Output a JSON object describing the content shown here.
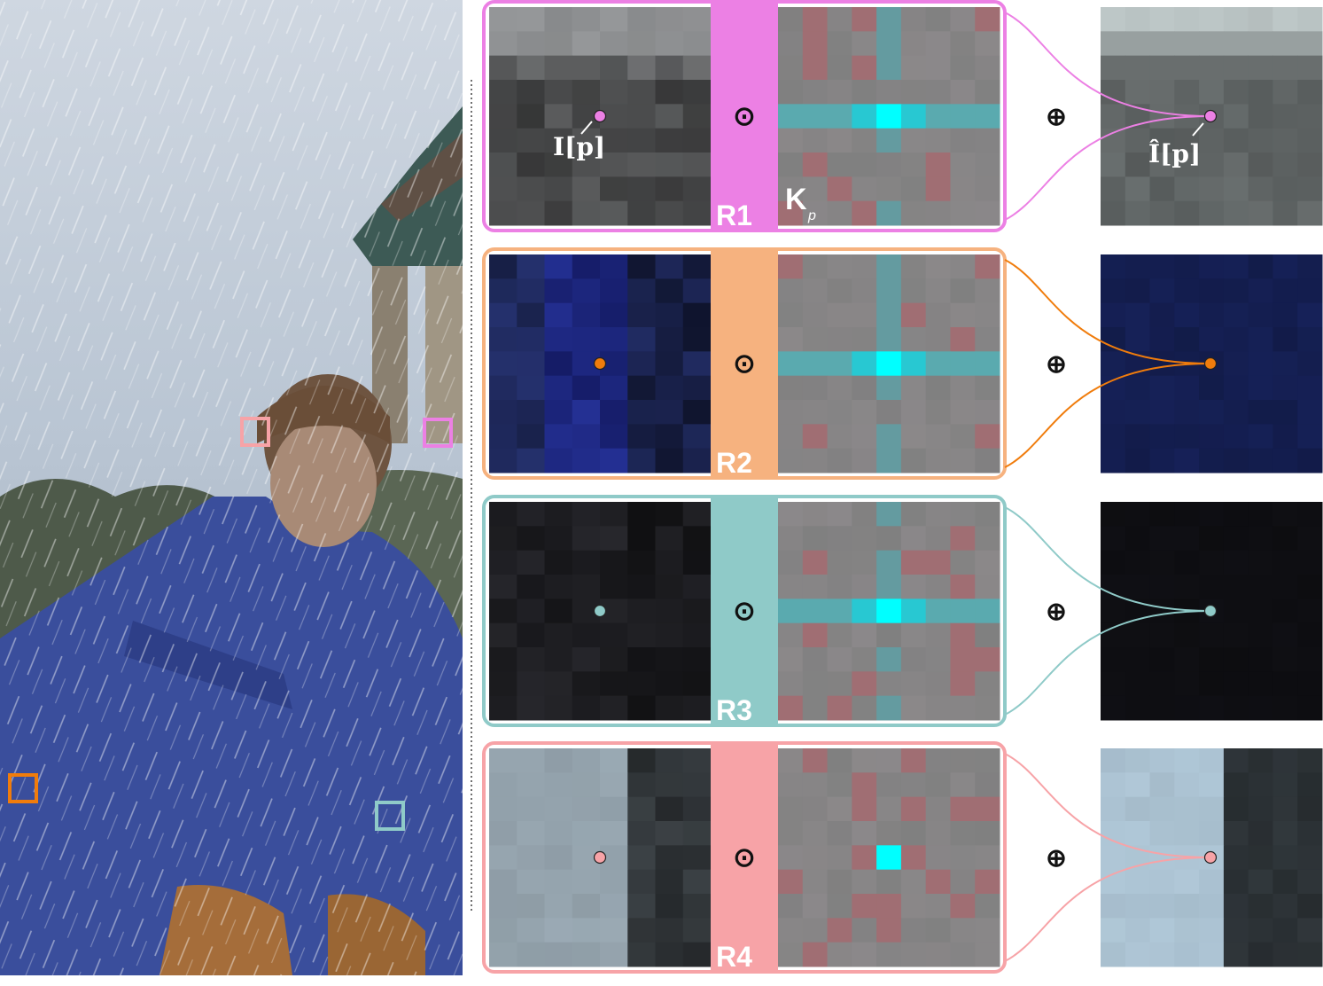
{
  "regions": [
    {
      "label": "R1",
      "color": "#ec80e4",
      "kernel_label": "K",
      "kernel_sub": "p",
      "input_label": "I[p]",
      "output_label": "Î[p]"
    },
    {
      "label": "R2",
      "color": "#f6b27f",
      "kernel_label": "",
      "kernel_sub": "",
      "input_label": "",
      "output_label": ""
    },
    {
      "label": "R3",
      "color": "#8fcac8",
      "kernel_label": "",
      "kernel_sub": "",
      "input_label": "",
      "output_label": ""
    },
    {
      "label": "R4",
      "color": "#f7a3a7",
      "kernel_label": "",
      "kernel_sub": "",
      "input_label": "",
      "output_label": ""
    }
  ],
  "operators": {
    "multiply": "⊙",
    "sum": "⊕"
  },
  "dot_colors": [
    "#ec80e4",
    "#f07c0c",
    "#8fcac8",
    "#f7a3a7"
  ]
}
